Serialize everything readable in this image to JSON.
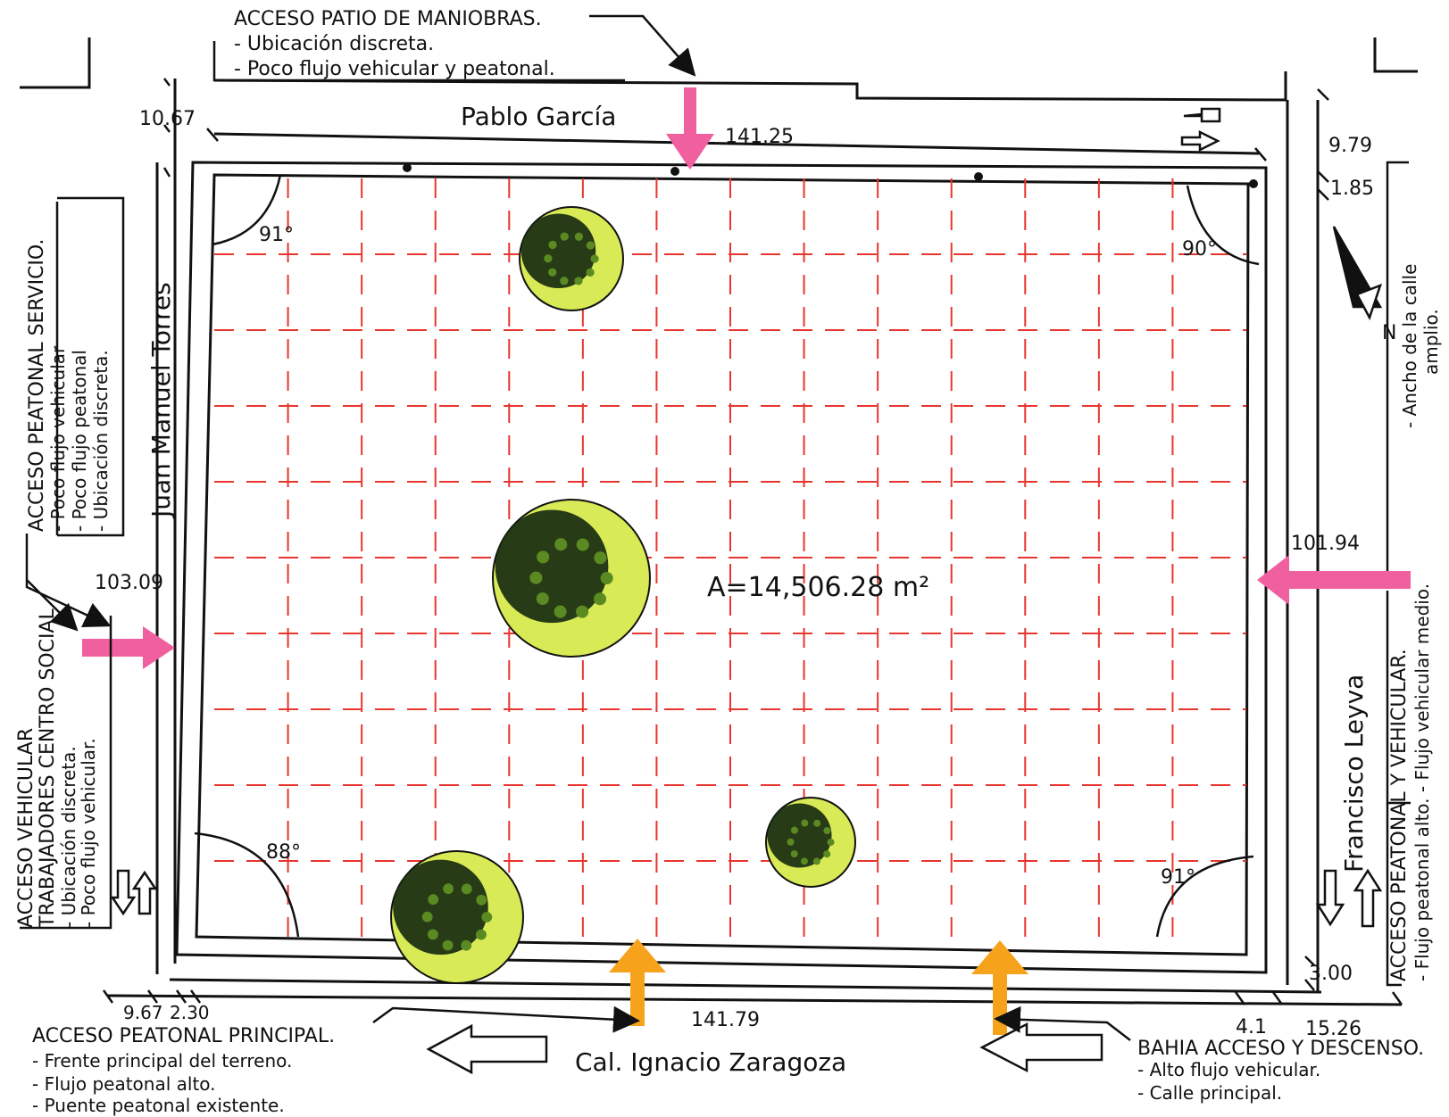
{
  "colors": {
    "ink": "#111111",
    "grid": "#e8362f",
    "access_arrow": "#f0609e",
    "vehicle_arrow": "#f6a21b",
    "tree_dark": "#14280f",
    "tree_light": "#d8ea55"
  },
  "streets": {
    "north": "Pablo García",
    "west": "Juan Manuel Torres",
    "east": "Francisco Leyva",
    "south": "Cal. Ignacio Zaragoza"
  },
  "area": "A=14,506.28 m²",
  "dimensions": {
    "north_length": "141.25",
    "south_length": "141.79",
    "west_length": "103.09",
    "east_length": "101.94",
    "north_street_width": "10.67",
    "north_sidewalk_east": "9.79",
    "north_setback_east": "1.85",
    "west_street_width": "9.67",
    "west_setback": "2.30",
    "south_setback": "3.00",
    "south_sidewalk": "4.1",
    "east_street_width": "15.26"
  },
  "angles": {
    "nw": "91°",
    "ne": "90°",
    "sw": "88°",
    "se": "91°"
  },
  "notes": {
    "maniobras": {
      "title": "ACCESO PATIO DE MANIOBRAS.",
      "lines": [
        "- Ubicación discreta.",
        "- Poco flujo vehicular y peatonal."
      ]
    },
    "servicio": {
      "title": "ACCESO PEATONAL SERVICIO.",
      "lines": [
        "- Poco flujo vehicular",
        "- Poco flujo peatonal",
        "- Ubicación discreta."
      ]
    },
    "trabajadores": {
      "title1": "ACCESO VEHICULAR",
      "title2": "TRABAJADORES CENTRO SOCIAL",
      "lines": [
        "- Ubicación discreta.",
        "- Poco flujo vehicular."
      ]
    },
    "principal": {
      "title": "ACCESO PEATONAL PRINCIPAL.",
      "lines": [
        "- Frente principal del terreno.",
        "- Flujo peatonal alto.",
        "- Puente peatonal existente."
      ]
    },
    "bahia": {
      "title": "BAHIA ACCESO Y DESCENSO.",
      "lines": [
        "- Alto flujo vehicular.",
        "- Calle principal."
      ]
    },
    "east_access": {
      "title": "ACCESO PEATONAL Y VEHICULAR.",
      "line": "- Flujo peatonal alto. - Flujo vehicular medio."
    },
    "street_width": {
      "line1": "- Ancho de la calle",
      "line2": "amplio."
    }
  },
  "north_arrow": {
    "label": "N",
    "icon": "north-arrow-icon"
  }
}
